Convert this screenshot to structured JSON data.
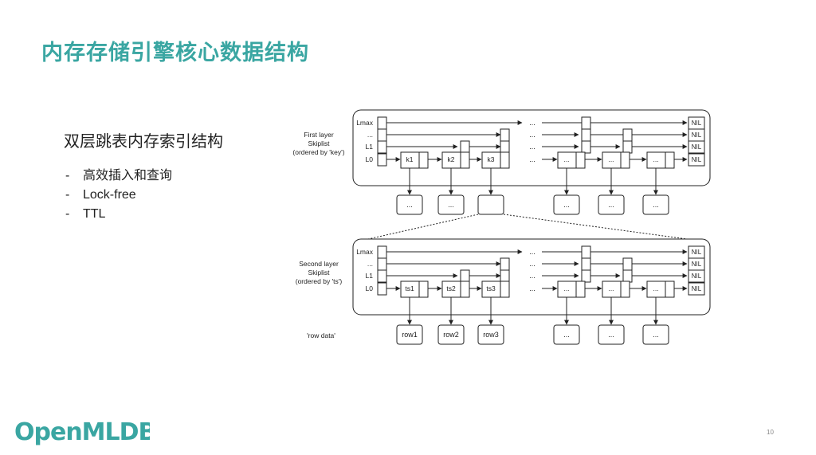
{
  "slide": {
    "title": "内存存储引擎核心数据结构",
    "subtitle": "双层跳表内存索引结构",
    "bullets": [
      "高效插入和查询",
      "Lock-free",
      "TTL"
    ],
    "bullet_marker": "-",
    "page_number": "10"
  },
  "logo": {
    "text": "OpenMLDB",
    "color": "#3aa6a2"
  },
  "diagram": {
    "first_layer": {
      "caption": [
        "First layer",
        "Skiplist",
        "(ordered by 'key')"
      ],
      "levels": [
        "Lmax",
        "...",
        "L1",
        "L0"
      ],
      "nodes": [
        "k1",
        "k2",
        "k3",
        "...",
        "...",
        "..."
      ],
      "nil": "NIL",
      "ellipsis": "...",
      "value_boxes": [
        "...",
        "...",
        "",
        "...",
        "...",
        "..."
      ]
    },
    "second_layer": {
      "caption": [
        "Second layer",
        "Skiplist",
        "(ordered by 'ts')"
      ],
      "levels": [
        "Lmax",
        "...",
        "L1",
        "L0"
      ],
      "nodes": [
        "ts1",
        "ts2",
        "ts3",
        "...",
        "...",
        "..."
      ],
      "nil": "NIL",
      "ellipsis": "..."
    },
    "row_data": {
      "label": "'row data'",
      "rows": [
        "row1",
        "row2",
        "row3",
        "...",
        "...",
        "..."
      ]
    }
  }
}
